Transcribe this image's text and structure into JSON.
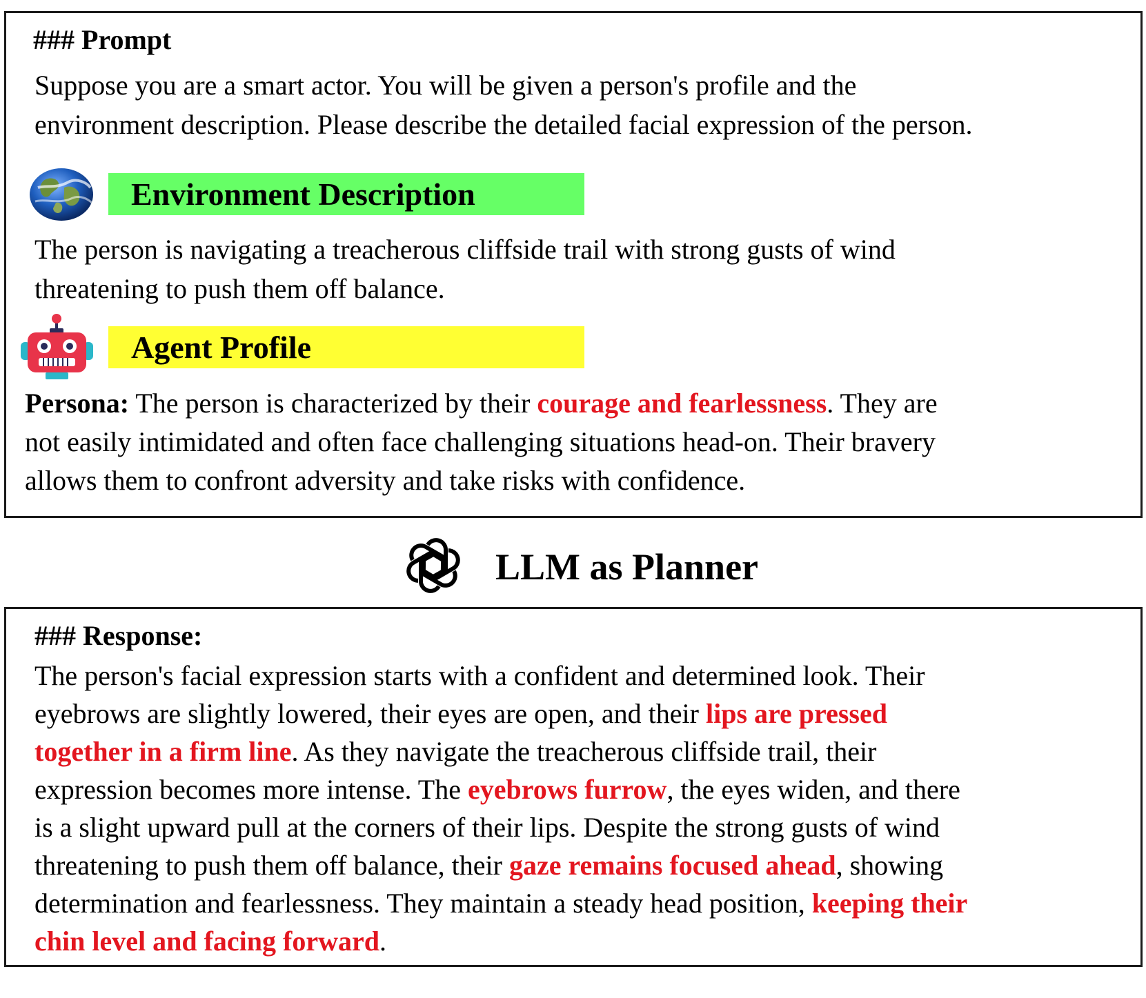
{
  "prompt": {
    "heading_hashes": "###",
    "heading_label": "Prompt",
    "lines": [
      "Suppose you are a smart actor. You will be given a person's profile and the",
      "environment description. Please describe the detailed facial expression of the person."
    ]
  },
  "environment": {
    "icon": "globe-icon",
    "title": "Environment Description",
    "banner_color": "#66ff66",
    "lines": [
      "The person is navigating a treacherous cliffside trail with strong gusts of wind",
      "threatening to push them off balance."
    ]
  },
  "agent": {
    "icon": "robot-icon",
    "title": "Agent Profile",
    "banner_color": "#ffff33",
    "persona_label": "Persona:",
    "line1_pre": " The person is characterized by their ",
    "line1_hl": "courage and fearlessness",
    "line1_post": ". They are",
    "line2": "not easily intimidated and often face challenging situations head-on. Their bravery",
    "line3": "allows them to confront adversity and take risks with confidence."
  },
  "planner": {
    "icon": "openai-logo-icon",
    "title": "LLM as Planner"
  },
  "response": {
    "heading": "### Response:",
    "highlight_color": "#e3161f",
    "l1": "The person's facial expression starts with a confident and determined look. Their",
    "l2_pre": "eyebrows are slightly lowered, their eyes are open, and their ",
    "l2_hl": "lips are pressed",
    "l3_hl": "together in a firm line",
    "l3_post": ". As they navigate the treacherous cliffside trail, their",
    "l4_pre": "expression becomes more intense. The ",
    "l4_hl": "eyebrows furrow",
    "l4_post": ", the eyes widen, and there",
    "l5": "is a slight upward pull at the corners of their lips. Despite the strong gusts of wind",
    "l6_pre": "threatening to push them off balance, their ",
    "l6_hl": "gaze remains focused ahead",
    "l6_post": ", showing",
    "l7_pre": "determination and fearlessness. They maintain a steady head position, ",
    "l7_hl": "keeping their",
    "l8_hl": "chin level and facing forward",
    "l8_post": "."
  }
}
